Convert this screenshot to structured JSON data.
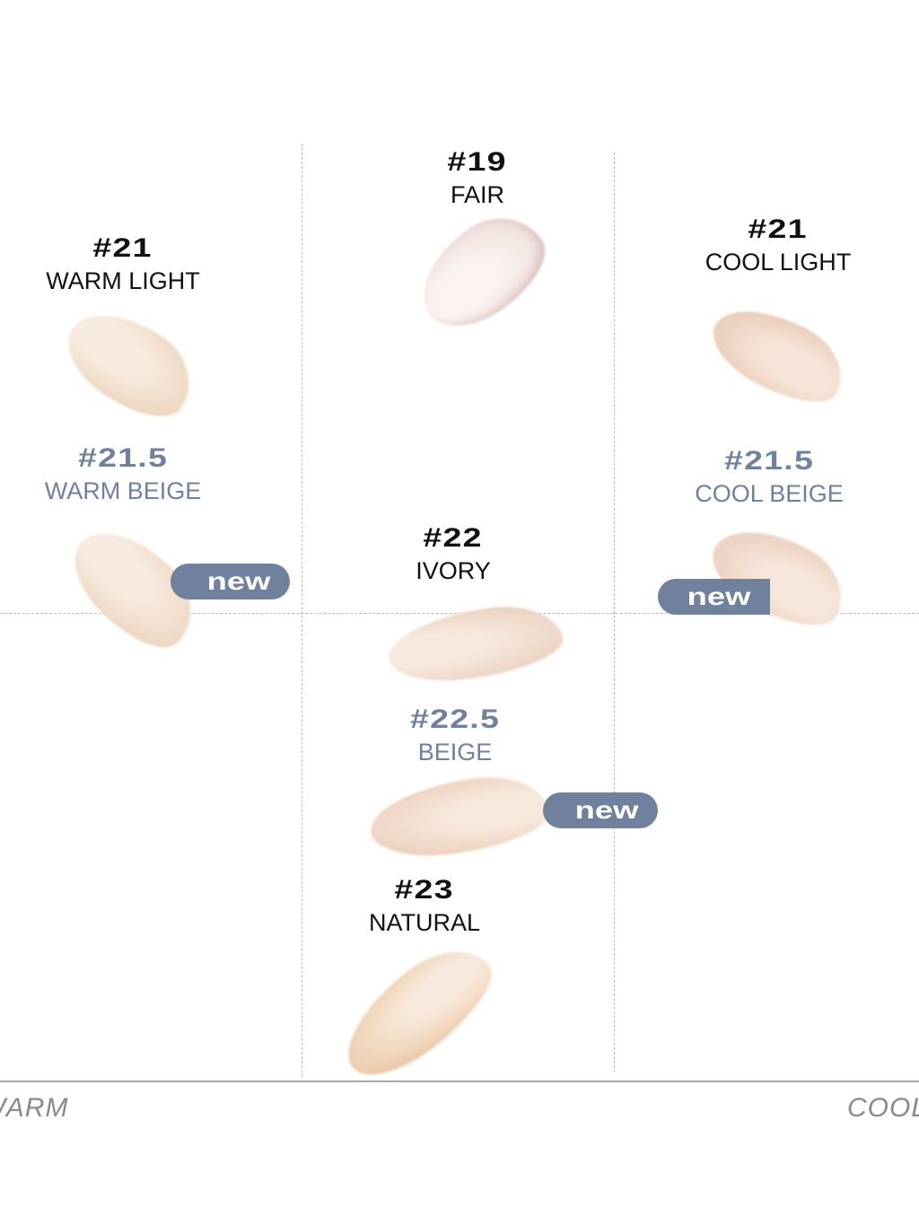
{
  "axis": {
    "left_label": "WARM",
    "right_label": "COOL"
  },
  "badge_label": "new",
  "colors": {
    "accent_blue": "#6f819c",
    "text_dark": "#111111",
    "grid": "#b9b9b9"
  },
  "shades": [
    {
      "code": "#19",
      "name": "FAIR",
      "new": false,
      "color": "#f4e6e3"
    },
    {
      "code": "#21",
      "name": "WARM LIGHT",
      "new": false,
      "color": "#f1dcc8"
    },
    {
      "code": "#21",
      "name": "COOL LIGHT",
      "new": false,
      "color": "#ecd0bd"
    },
    {
      "code": "#21.5",
      "name": "WARM BEIGE",
      "new": true,
      "color": "#f2dcc9"
    },
    {
      "code": "#21.5",
      "name": "COOL BEIGE",
      "new": true,
      "color": "#efd3c2"
    },
    {
      "code": "#22",
      "name": "IVORY",
      "new": false,
      "color": "#f2dccc"
    },
    {
      "code": "#22.5",
      "name": "BEIGE",
      "new": true,
      "color": "#f0d8c6"
    },
    {
      "code": "#23",
      "name": "NATURAL",
      "new": false,
      "color": "#f0d2b5"
    }
  ]
}
